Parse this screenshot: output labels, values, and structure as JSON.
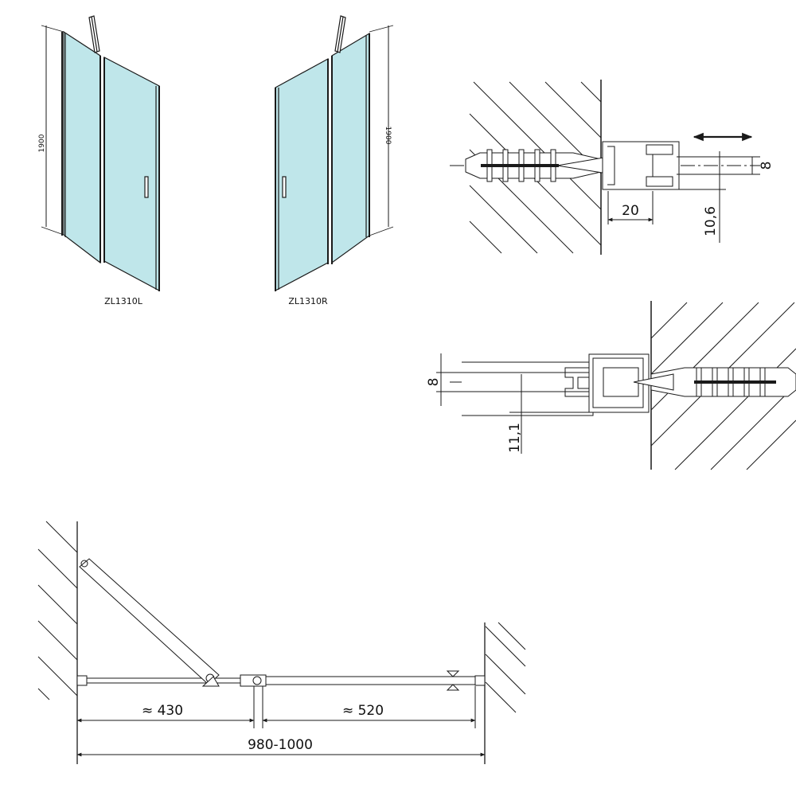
{
  "views": {
    "left_door": {
      "model": "ZL1310L",
      "height": "1900"
    },
    "right_door": {
      "model": "ZL1310R",
      "height": "1900"
    }
  },
  "detail_top": {
    "dim_gap": "8",
    "dim_depth": "20",
    "dim_offset": "10,6"
  },
  "detail_middle": {
    "dim_gap": "8",
    "dim_offset": "11,1"
  },
  "plan": {
    "left_leaf": "≈ 430",
    "right_leaf": "≈ 520",
    "total_width": "980-1000"
  },
  "colors": {
    "glass": "#bfe6ea",
    "line": "#1a1a1a"
  }
}
